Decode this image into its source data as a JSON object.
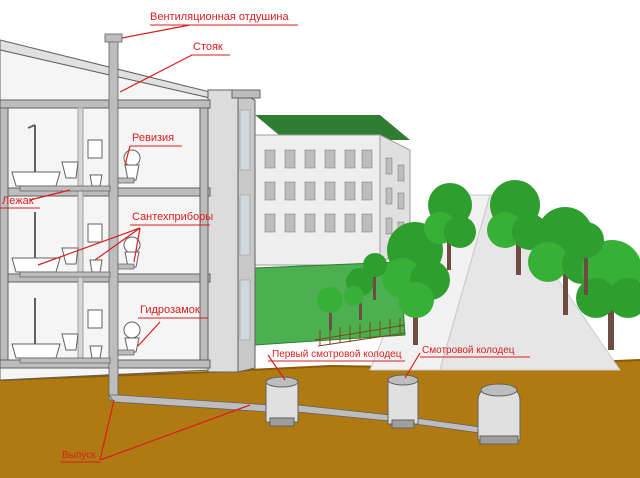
{
  "labels": {
    "vent": "Вентиляционная отдушина",
    "riser": "Стояк",
    "revision": "Ревизия",
    "lezhak": "Лежак",
    "fixtures": "Сантехприборы",
    "trap": "Гидрозамок",
    "first_well": "Первый смотровой колодец",
    "well": "Смотровой колодец",
    "outlet": "Выпуск"
  },
  "colors": {
    "label": "#d81e1e",
    "roof": "#2e7d32",
    "grass": "#4caf50",
    "tree": "#2e9e2e",
    "ground": "#b07a12",
    "building": "#ececec",
    "pipe": "#bdbdbd"
  }
}
